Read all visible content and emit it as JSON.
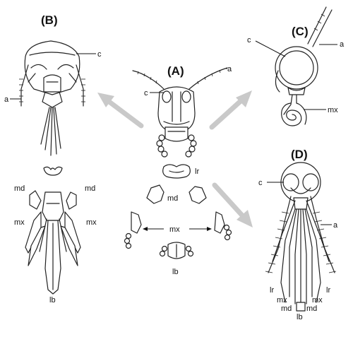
{
  "panels": {
    "A": "(A)",
    "B": "(B)",
    "C": "(C)",
    "D": "(D)"
  },
  "labels": {
    "a": "a",
    "c": "c",
    "lr": "lr",
    "md": "md",
    "mx": "mx",
    "lb": "lb"
  }
}
